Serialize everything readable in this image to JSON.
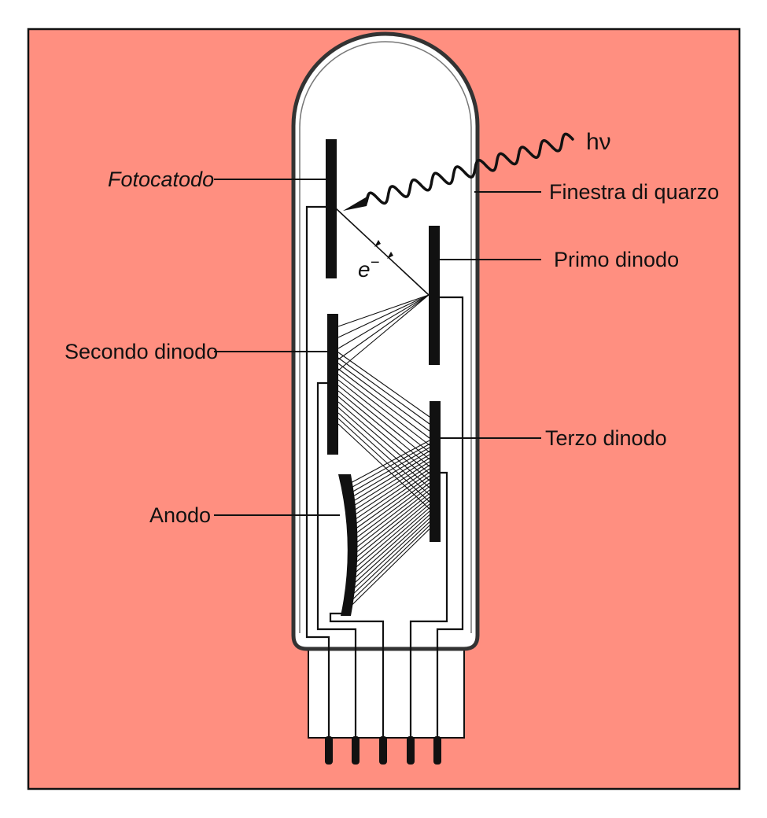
{
  "labels": {
    "photocathode": "Fotocatodo",
    "quartz_window": "Finestra di quarzo",
    "first_dynode": "Primo dinodo",
    "second_dynode": "Secondo dinodo",
    "third_dynode": "Terzo dinodo",
    "anode": "Anodo",
    "photon": "hν",
    "electron": "e",
    "electron_superscript": "−"
  },
  "colors": {
    "background": "#ff8f80",
    "tube_fill": "#ffffff",
    "ink": "#111111"
  },
  "icons": {
    "photon_wave": "wavy-arrow",
    "electron_path": "straight-arrow"
  }
}
